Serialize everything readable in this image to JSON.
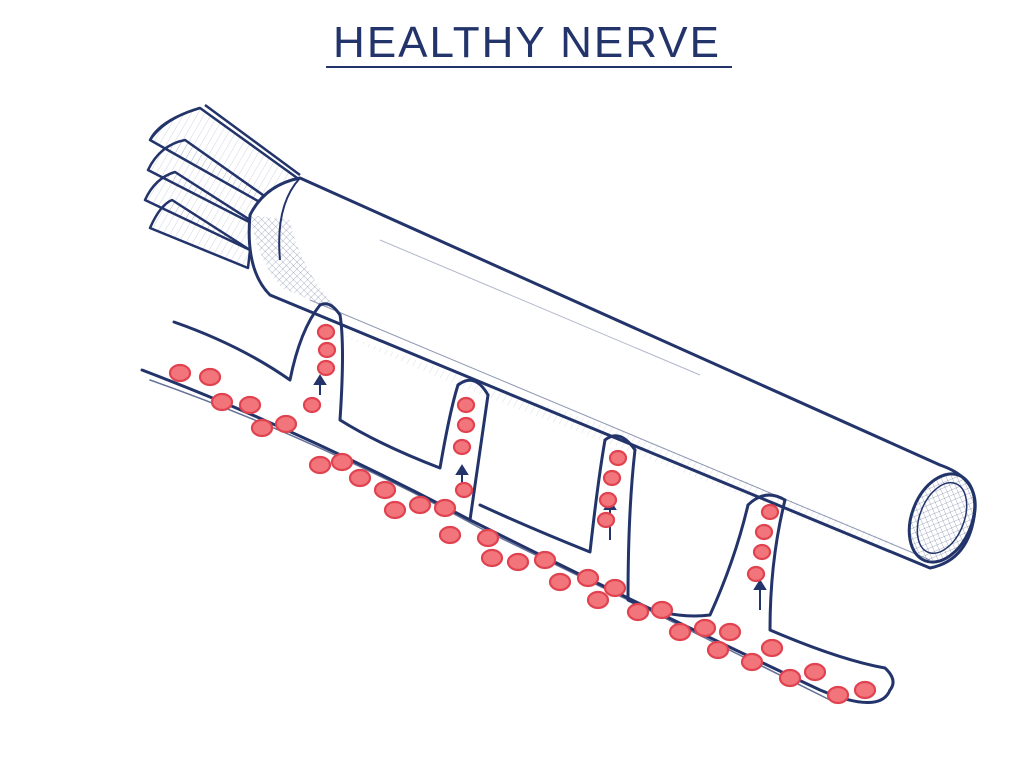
{
  "diagram": {
    "title": "HEALTHY NERVE"
  },
  "colors": {
    "ink": "#23346b",
    "blood_cell": "#e0434f",
    "blood_cell_fill": "#f2757c",
    "background": "#ffffff"
  },
  "icons": {
    "flow_arrows": "upward-arrow",
    "nerve_bundle": "nerve-fascicles",
    "blood_vessel": "blood-vessel"
  }
}
